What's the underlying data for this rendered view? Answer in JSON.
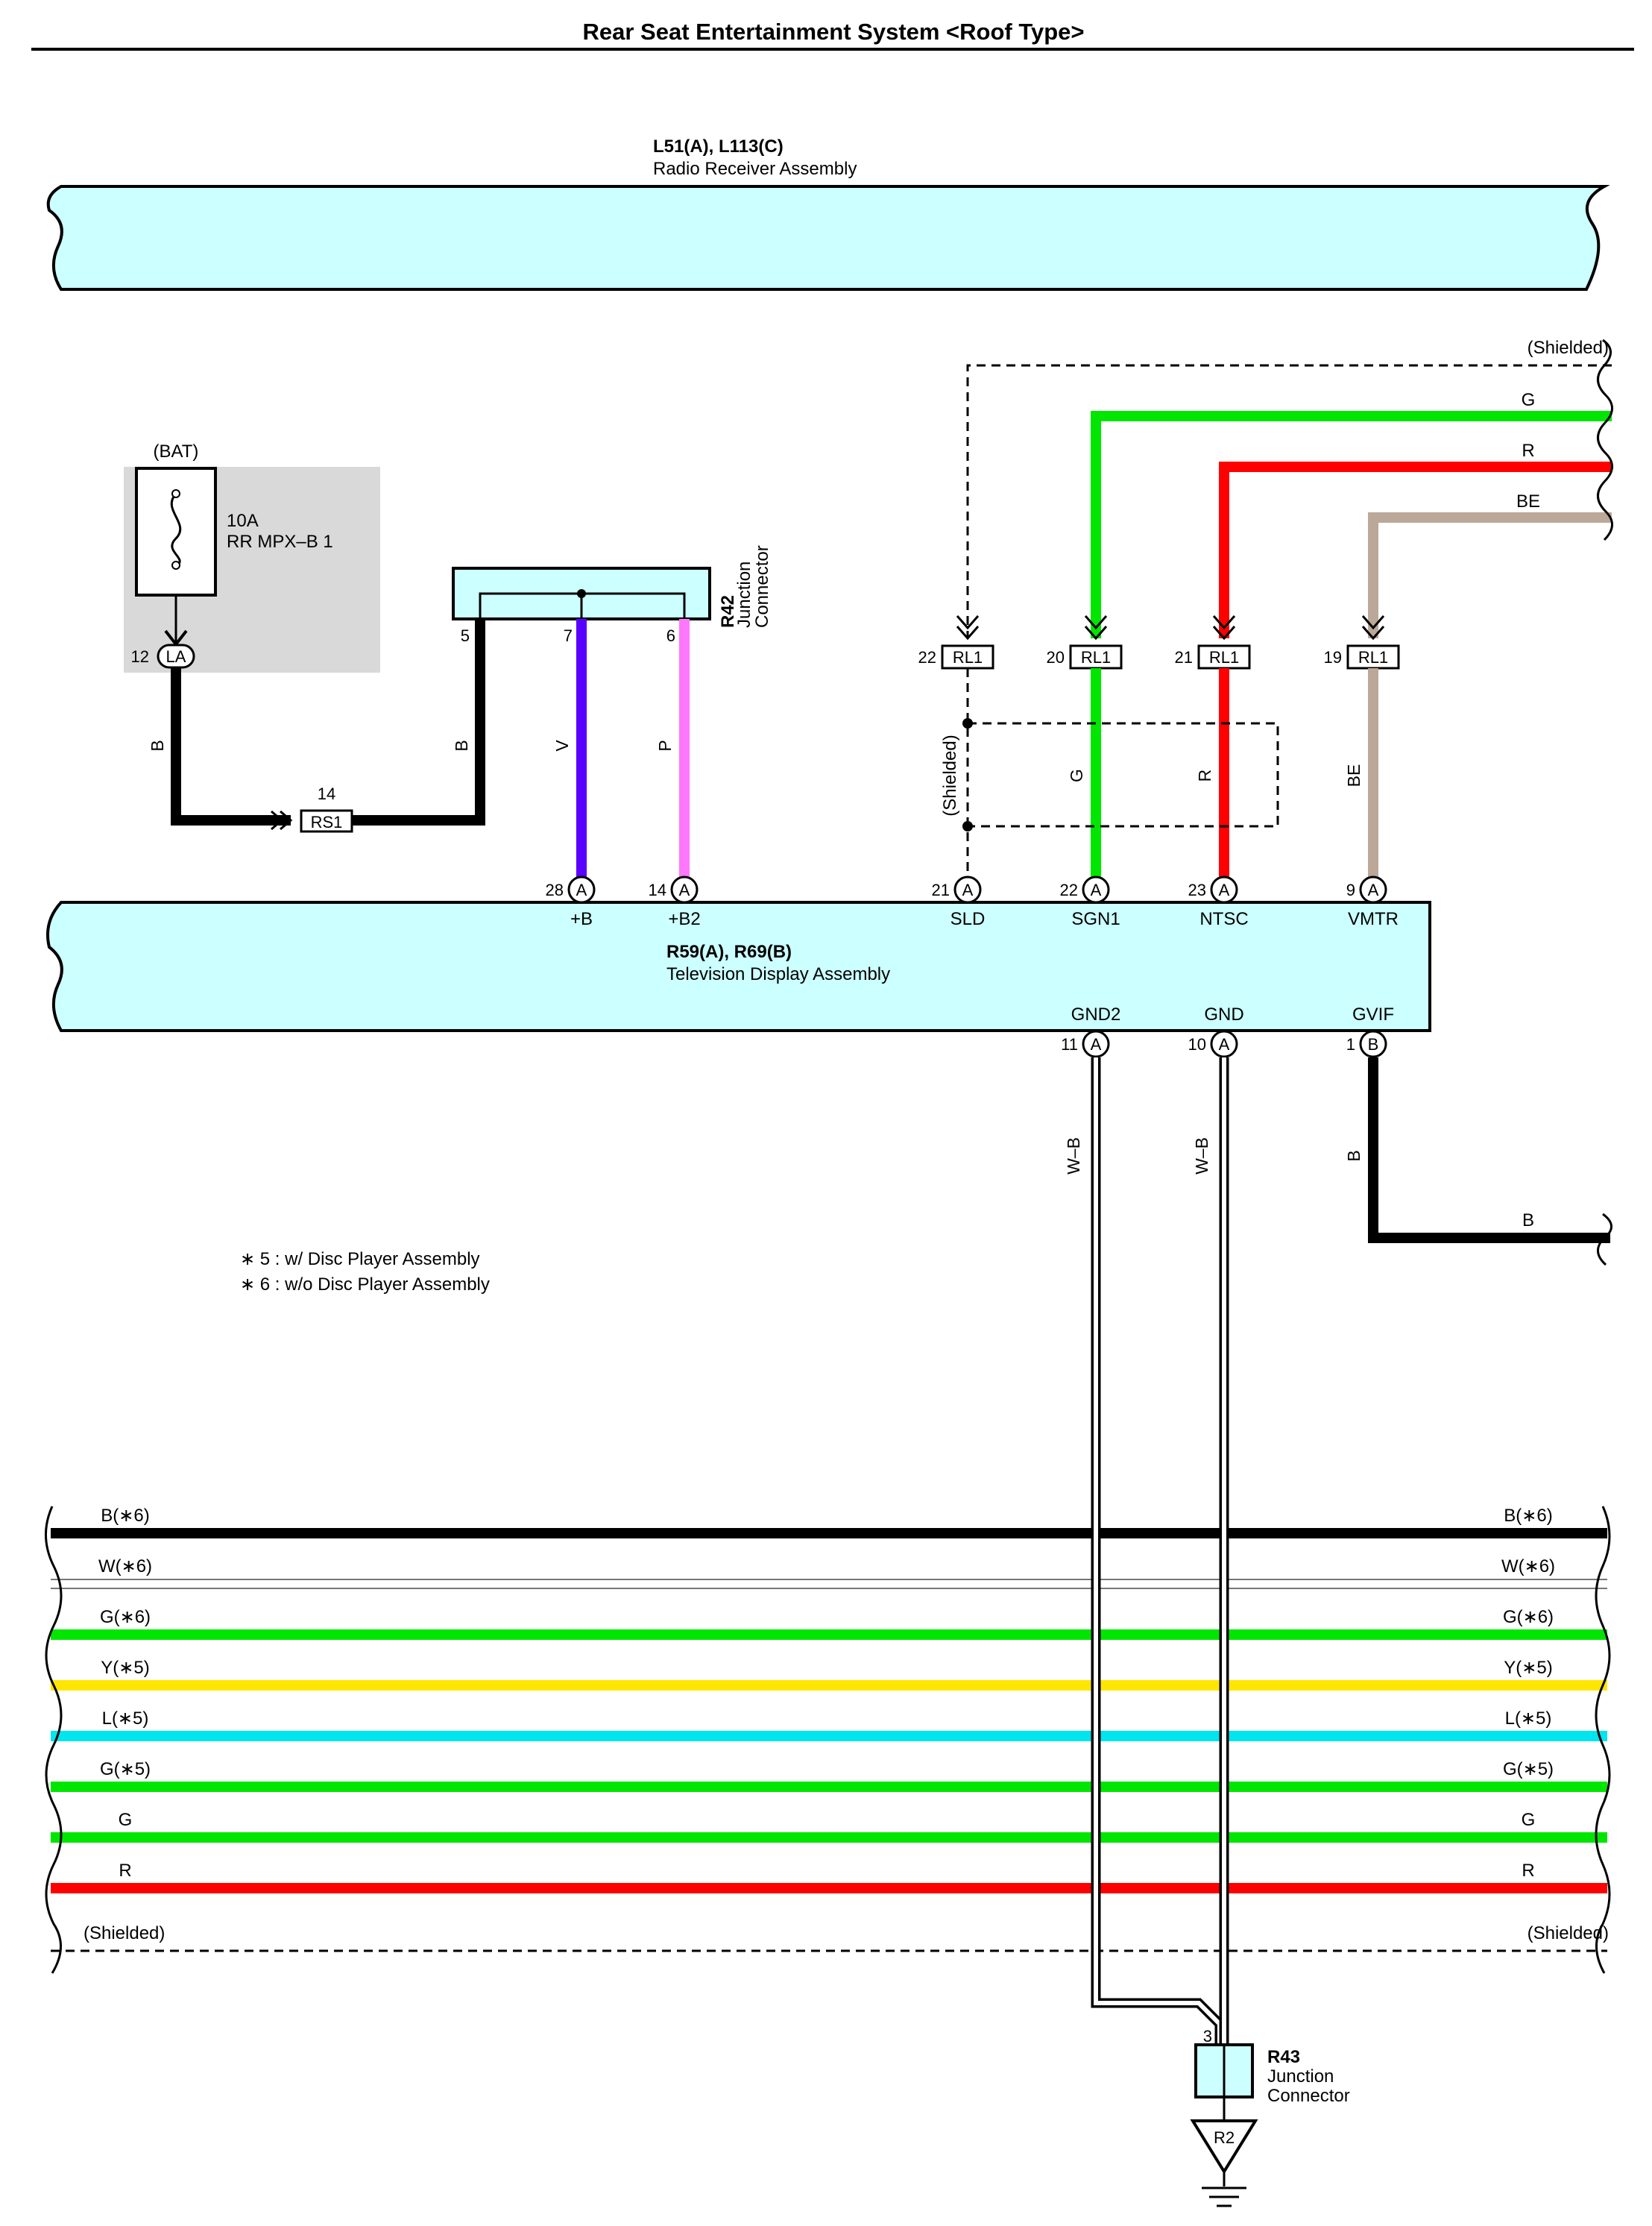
{
  "title": "Rear Seat Entertainment System <Roof Type>",
  "radio_receiver": {
    "code": "L51(A), L113(C)",
    "name": "Radio Receiver Assembly"
  },
  "television": {
    "code": "R59(A), R69(B)",
    "name": "Television Display Assembly"
  },
  "fuse": {
    "source": "(BAT)",
    "rating": "10A",
    "name": "RR MPX–B 1",
    "connector": "LA",
    "pin": "12"
  },
  "inline_connector": {
    "code": "RS1",
    "pin": "14"
  },
  "jc_r42": {
    "code": "R42",
    "name1": "Junction",
    "name2": "Connector",
    "pins": [
      "5",
      "7",
      "6"
    ]
  },
  "jc_r43": {
    "code": "R43",
    "name1": "Junction",
    "name2": "Connector",
    "pin": "3"
  },
  "ground": {
    "code": "R2"
  },
  "shielded_label": "(Shielded)",
  "rl1": {
    "code": "RL1",
    "pins": [
      "22",
      "20",
      "21",
      "19"
    ]
  },
  "tv_top_pins": [
    {
      "num": "28",
      "conn": "A",
      "term": "+B"
    },
    {
      "num": "14",
      "conn": "A",
      "term": "+B2"
    },
    {
      "num": "21",
      "conn": "A",
      "term": "SLD"
    },
    {
      "num": "22",
      "conn": "A",
      "term": "SGN1"
    },
    {
      "num": "23",
      "conn": "A",
      "term": "NTSC"
    },
    {
      "num": "9",
      "conn": "A",
      "term": "VMTR"
    }
  ],
  "tv_bottom_pins": [
    {
      "num": "11",
      "conn": "A",
      "term": "GND2"
    },
    {
      "num": "10",
      "conn": "A",
      "term": "GND"
    },
    {
      "num": "1",
      "conn": "B",
      "term": "GVIF"
    }
  ],
  "top_wires": [
    "G",
    "R",
    "BE"
  ],
  "wire_labels": {
    "b": "B",
    "v": "V",
    "p": "P",
    "g": "G",
    "r": "R",
    "be": "BE",
    "wb": "W–B"
  },
  "notes": [
    "∗ 5 : w/ Disc Player Assembly",
    "∗ 6 : w/o Disc Player Assembly"
  ],
  "bus_wires": [
    {
      "label": "B(∗6)",
      "color": "#000000"
    },
    {
      "label": "W(∗6)",
      "color": "#ffffff"
    },
    {
      "label": "G(∗6)",
      "color": "#00e600"
    },
    {
      "label": "Y(∗5)",
      "color": "#ffe600"
    },
    {
      "label": "L(∗5)",
      "color": "#00e5ee"
    },
    {
      "label": "G(∗5)",
      "color": "#00e600"
    },
    {
      "label": "G",
      "color": "#00e600"
    },
    {
      "label": "R",
      "color": "#ff0000"
    }
  ],
  "colors": {
    "component_fill": "#ccffff",
    "green": "#00e600",
    "red": "#ff0000",
    "beige": "#bba898",
    "violet": "#5a00ff",
    "pink": "#ff77ff",
    "fuse_box": "#d9d9d9"
  }
}
